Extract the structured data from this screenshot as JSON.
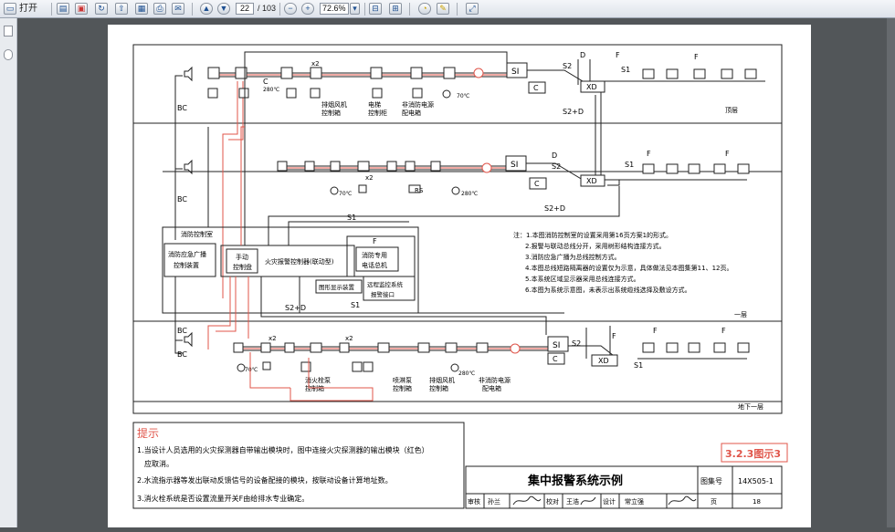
{
  "toolbar": {
    "open_label": "打开",
    "page_current": "22",
    "page_total": "/ 103",
    "zoom": "72.6%",
    "zoom_arrow": "▾",
    "icons": [
      "open-icon",
      "save-icon",
      "print-icon",
      "email-icon",
      "prev-page-icon",
      "next-page-icon",
      "zoom-out-icon",
      "zoom-in-icon",
      "fit-page-icon",
      "fit-width-icon",
      "comment-icon",
      "markup-icon",
      "fullscreen-icon"
    ]
  },
  "drawing": {
    "labels": {
      "d": "D",
      "f": "F",
      "s1": "S1",
      "s2": "S2",
      "s2d": "S2+D",
      "c": "C",
      "bc": "BC",
      "si": "SI",
      "xd": "XD",
      "x2": "x2",
      "rs": "RS",
      "t280": "280℃",
      "t70": "70℃"
    },
    "floors": {
      "top": "顶层",
      "first": "一层",
      "basement": "地下一层"
    },
    "devices": {
      "smoke_fan": [
        "排烟风机",
        "控制箱"
      ],
      "elevator": [
        "电梯",
        "控制柜"
      ],
      "nonfire_power": [
        "非消防电源",
        "配电箱"
      ],
      "fire_pump": [
        "消火栓泵",
        "控制箱"
      ],
      "spray_pump": [
        "喷淋泵",
        "控制箱"
      ]
    },
    "control_room": {
      "title": "消防控制室",
      "broadcast": [
        "消防应急广播",
        "控制装置"
      ],
      "manual": [
        "手动",
        "控制盘"
      ],
      "fas": "火灾报警控制器(联动型)",
      "phone": [
        "消防专用",
        "电话总机"
      ],
      "graphic": "图形显示装置",
      "remote": [
        "远程监控系统",
        "报警接口"
      ]
    },
    "notes": [
      "注：1.本图消防控制室的设置采用第16页方案1的形式。",
      "2.报警与联动总线分开，采用树形结构连接方式。",
      "3.消防应急广播为总线控制方式。",
      "4.本图总线短路隔离器的设置仅为示意，具体做法见本图集第11、12页。",
      "5.本系统区域显示器采用总线连接方式。",
      "6.本图为系统示意图，未表示出系统缆线选择及敷设方式。"
    ],
    "hint": {
      "title": "提示",
      "lines": [
        "1.当设计人员选用的火灾探测器自带输出模块时，图中连接火灾探测器的输出模块（红色）",
        "应取消。",
        "2.水流指示器等发出联动反馈信号的设备配接的模块，按联动设备计算地址数。",
        "3.消火栓系统是否设置流量开关F由给排水专业确定。"
      ]
    },
    "figure_tag": "3.2.3图示3",
    "title_block": {
      "title": "集中报警系统示例",
      "atlas_label": "图集号",
      "atlas_no": "14X505-1",
      "review": "审核",
      "reviewer": "孙兰",
      "check": "校对",
      "checker": "王浩",
      "design": "设计",
      "designer": "常立强",
      "page_label": "页",
      "page_no": "18"
    }
  },
  "colors": {
    "red": "#e0554a",
    "line": "#222222"
  }
}
